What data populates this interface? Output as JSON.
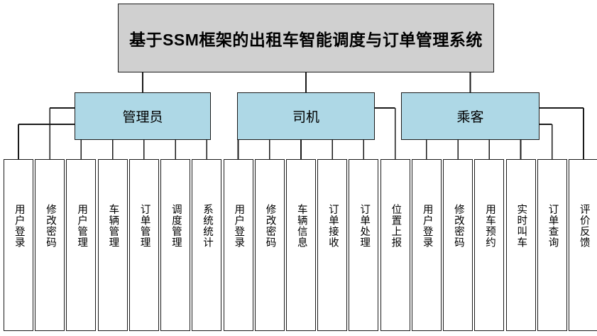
{
  "diagram": {
    "type": "system-function-tree",
    "root": {
      "label": "基于SSM框架的出租车智能调度与订单管理系统"
    },
    "colors": {
      "root_fill": "#d0d0d0",
      "role_fill": "#aed8e6",
      "leaf_fill": "#ffffff",
      "stroke": "#1a1a1a",
      "background": "#ffffff"
    },
    "roles": [
      {
        "label": "管理员"
      },
      {
        "label": "司机"
      },
      {
        "label": "乘客"
      }
    ],
    "leaves": [
      {
        "label": "用户登录",
        "role": 0
      },
      {
        "label": "修改密码",
        "role": 0
      },
      {
        "label": "用户管理",
        "role": 0
      },
      {
        "label": "车辆管理",
        "role": 0
      },
      {
        "label": "订单管理",
        "role": 0
      },
      {
        "label": "调度管理",
        "role": 0
      },
      {
        "label": "系统统计",
        "role": 0
      },
      {
        "label": "用户登录",
        "role": 1
      },
      {
        "label": "修改密码",
        "role": 1
      },
      {
        "label": "车辆信息",
        "role": 1
      },
      {
        "label": "订单接收",
        "role": 1
      },
      {
        "label": "订单处理",
        "role": 1
      },
      {
        "label": "位置上报",
        "role": 1
      },
      {
        "label": "用户登录",
        "role": 2
      },
      {
        "label": "修改密码",
        "role": 2
      },
      {
        "label": "用车预约",
        "role": 2
      },
      {
        "label": "实时叫车",
        "role": 2
      },
      {
        "label": "订单查询",
        "role": 2
      },
      {
        "label": "评价反馈",
        "role": 2
      }
    ]
  }
}
